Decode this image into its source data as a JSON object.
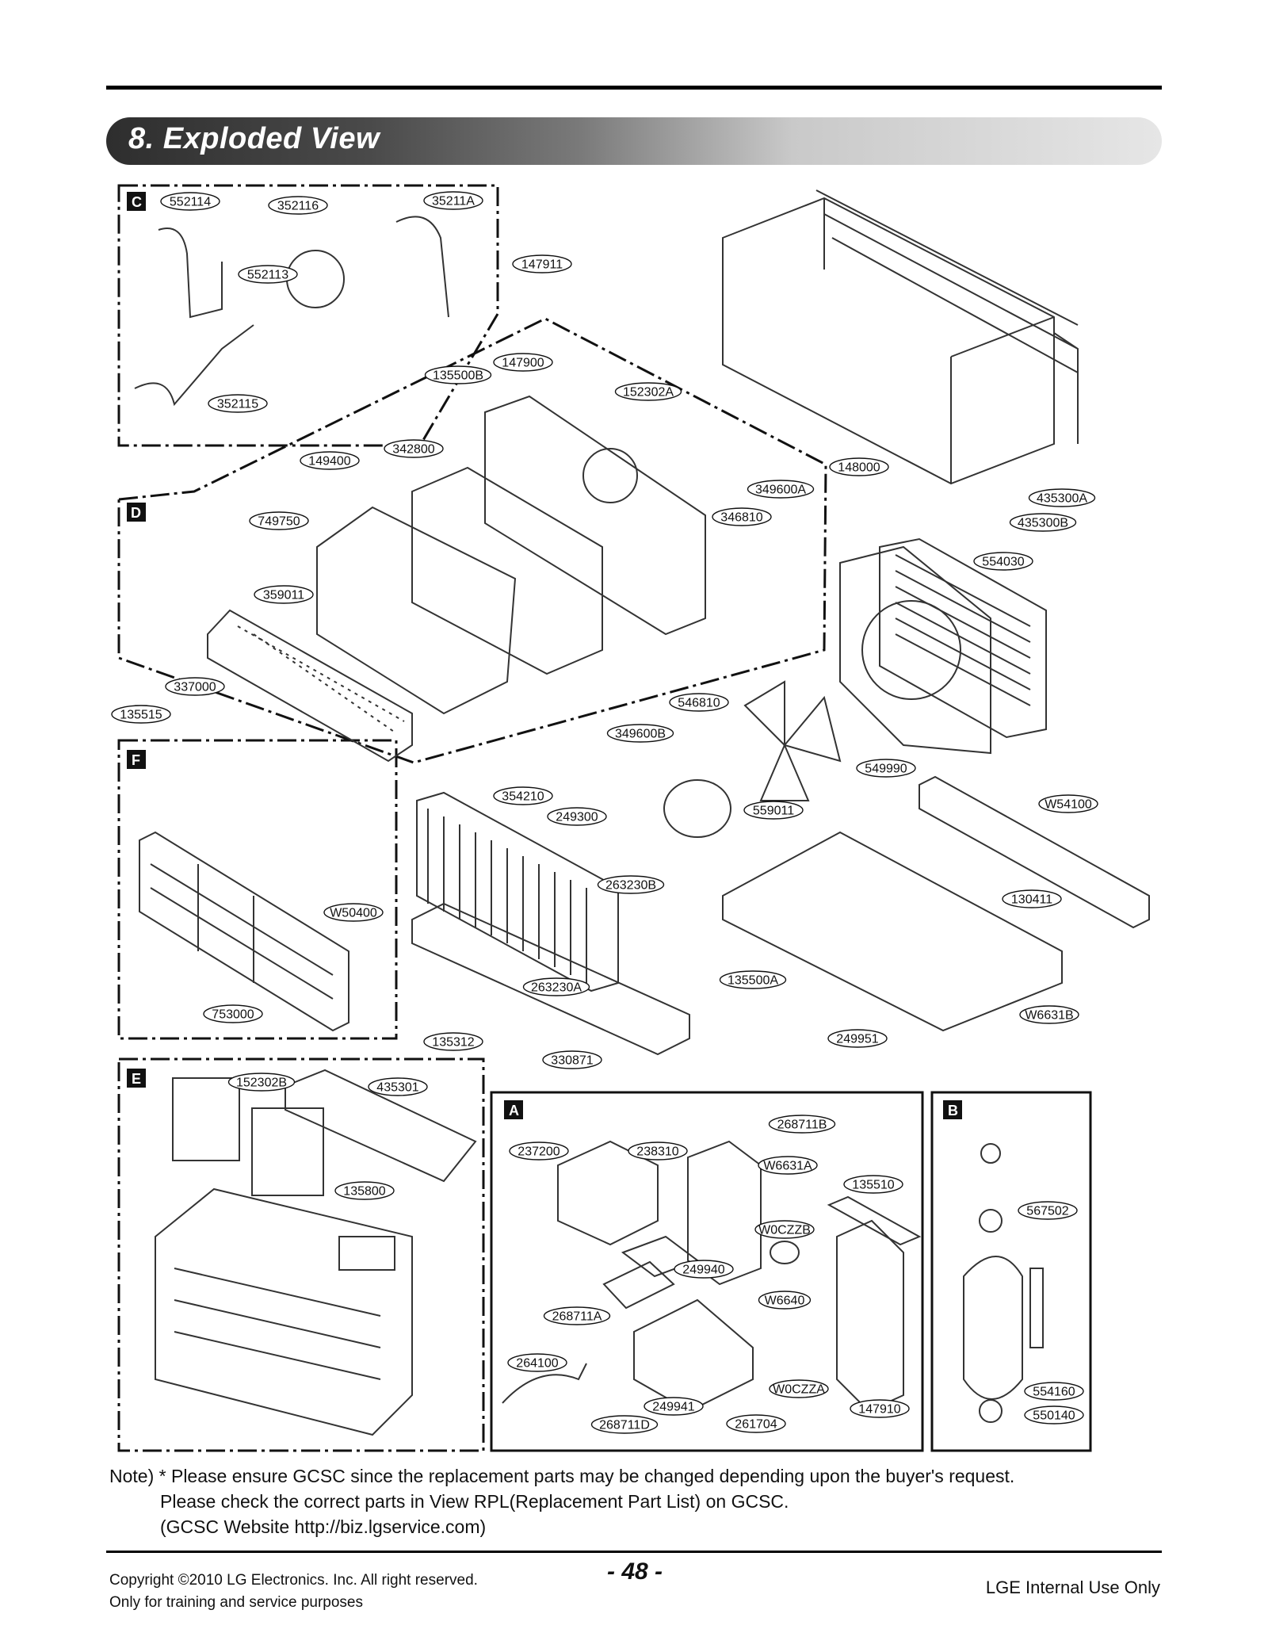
{
  "header": {
    "title": "8. Exploded View"
  },
  "sections": [
    {
      "letter": "C"
    },
    {
      "letter": "D"
    },
    {
      "letter": "F"
    },
    {
      "letter": "E"
    },
    {
      "letter": "A"
    },
    {
      "letter": "B"
    }
  ],
  "part_labels": [
    "552114",
    "352116",
    "35211A",
    "552113",
    "352115",
    "147911",
    "135500B",
    "147900",
    "152302A",
    "342800",
    "149400",
    "749750",
    "349600A",
    "346810",
    "148000",
    "435300A",
    "435300B",
    "554030",
    "359011",
    "337000",
    "135515",
    "546810",
    "349600B",
    "549990",
    "354210",
    "249300",
    "559011",
    "W54100",
    "263230B",
    "130411",
    "W50400",
    "263230A",
    "135500A",
    "753000",
    "W6631B",
    "135312",
    "249951",
    "330871",
    "152302B",
    "435301",
    "268711B",
    "237200",
    "238310",
    "W6631A",
    "135510",
    "135800",
    "W0CZZB",
    "567502",
    "249940",
    "W6640",
    "268711A",
    "264100",
    "W0CZZA",
    "147910",
    "554160",
    "249941",
    "268711D",
    "261704",
    "550140"
  ],
  "note": {
    "line1": "Note) * Please ensure GCSC since the replacement parts may be changed depending upon the buyer's request.",
    "line2": "Please check  the correct parts in View RPL(Replacement Part List) on GCSC.",
    "line3": "(GCSC Website  http://biz.lgservice.com)"
  },
  "footer": {
    "copyright": "Copyright ©2010 LG Electronics. Inc. All right reserved.",
    "training": "Only for training and service purposes",
    "page_number": "- 48 -",
    "internal": "LGE Internal Use Only"
  }
}
